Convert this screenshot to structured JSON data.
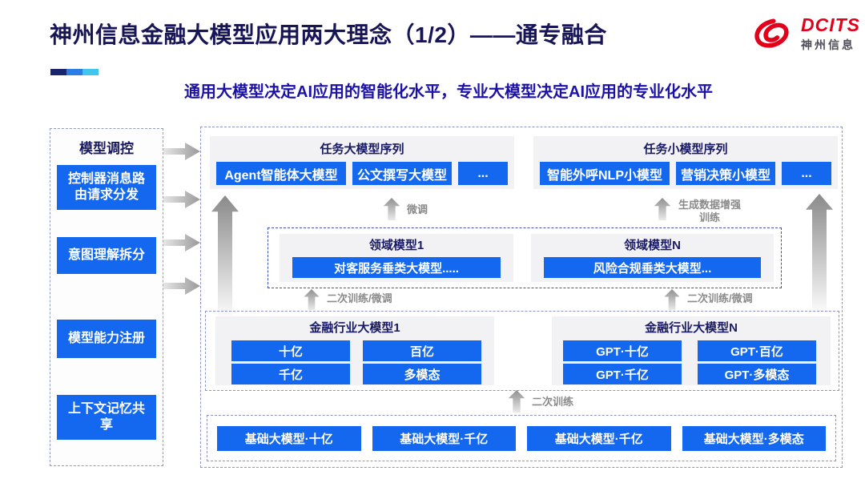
{
  "header": {
    "title": "神州信息金融大模型应用两大理念（1/2）——通专融合",
    "subtitle": "通用大模型决定AI应用的智能化水平，专业大模型决定AI应用的专业化水平",
    "logo": {
      "name": "DCITS",
      "cn": "神州信息"
    },
    "accent_colors": [
      "#18256E",
      "#2B7DE6",
      "#41C5EA"
    ]
  },
  "sidebar": {
    "title": "模型调控",
    "items": [
      "控制器消息路由请求分发",
      "意图理解拆分",
      "模型能力注册",
      "上下文记忆共享"
    ]
  },
  "diagram": {
    "task_large": {
      "title": "任务大模型序列",
      "items": [
        "Agent智能体大模型",
        "公文撰写大模型",
        "..."
      ]
    },
    "task_small": {
      "title": "任务小模型序列",
      "items": [
        "智能外呼NLP小模型",
        "营销决策小模型",
        "..."
      ]
    },
    "labels": {
      "fine_tune": "微调",
      "gen_data": "生成数据增强训练",
      "retrain_finetune": "二次训练/微调",
      "retrain": "二次训练"
    },
    "domain": [
      {
        "title": "领域模型1",
        "item": "对客服务垂类大模型....."
      },
      {
        "title": "领域模型N",
        "item": "风险合规垂类大模型..."
      }
    ],
    "industry": [
      {
        "title": "金融行业大模型1",
        "items": [
          "十亿",
          "百亿",
          "千亿",
          "多模态"
        ]
      },
      {
        "title": "金融行业大模型N",
        "items": [
          "GPT·十亿",
          "GPT·百亿",
          "GPT·千亿",
          "GPT·多模态"
        ]
      }
    ],
    "base": [
      "基础大模型·十亿",
      "基础大模型·千亿",
      "基础大模型·千亿",
      "基础大模型·多模态"
    ]
  },
  "colors": {
    "primary_blue": "#1468EF",
    "navy": "#1A1A63",
    "subtitle_blue": "#1D12A8",
    "logo_red": "#E3001B"
  }
}
